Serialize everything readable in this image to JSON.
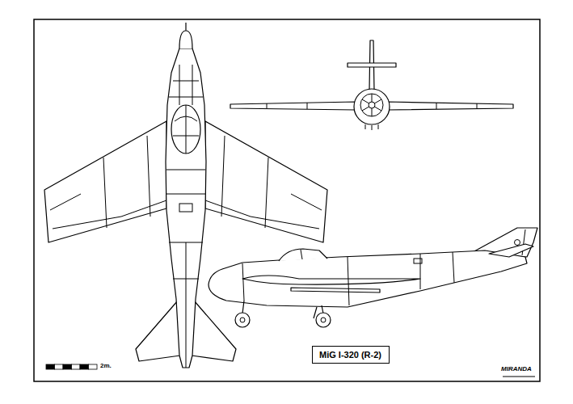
{
  "diagram": {
    "nodes": [
      {
        "text": [
          "MiG I-320 (R-2)"
        ]
      }
    ],
    "labels": [
      "2m.",
      "MIRANDA"
    ]
  }
}
